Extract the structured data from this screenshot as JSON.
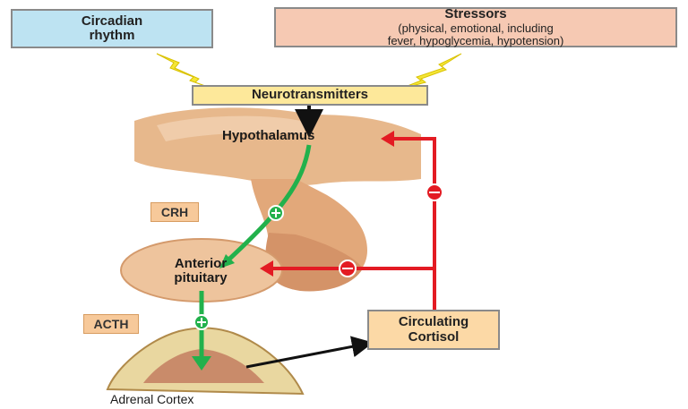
{
  "circadian": {
    "line1": "Circadian",
    "line2": "rhythm"
  },
  "stressors": {
    "title": "Stressors",
    "line1": "(physical, emotional, including",
    "line2": "fever, hypoglycemia, hypotension)"
  },
  "neurotransmitters": "Neurotransmitters",
  "hypothalamus": "Hypothalamus",
  "crh": "CRH",
  "pituitary": {
    "line1": "Anterior",
    "line2": "pituitary"
  },
  "acth": "ACTH",
  "cortisol": {
    "line1": "Circulating",
    "line2": "Cortisol"
  },
  "adrenal": "Adrenal Cortex",
  "colors": {
    "circadian_fill": "#bde3f2",
    "stressors_fill": "#f6c9b3",
    "neuro_fill": "#fde89a",
    "cortisol_fill": "#fcd9a6",
    "brain_tan": "#e7b88c",
    "stimulate_green": "#22b14c",
    "inhibit_red": "#e31b23",
    "lightning_yellow": "#f4e637"
  },
  "signs": {
    "plus": "+",
    "minus": "−"
  }
}
